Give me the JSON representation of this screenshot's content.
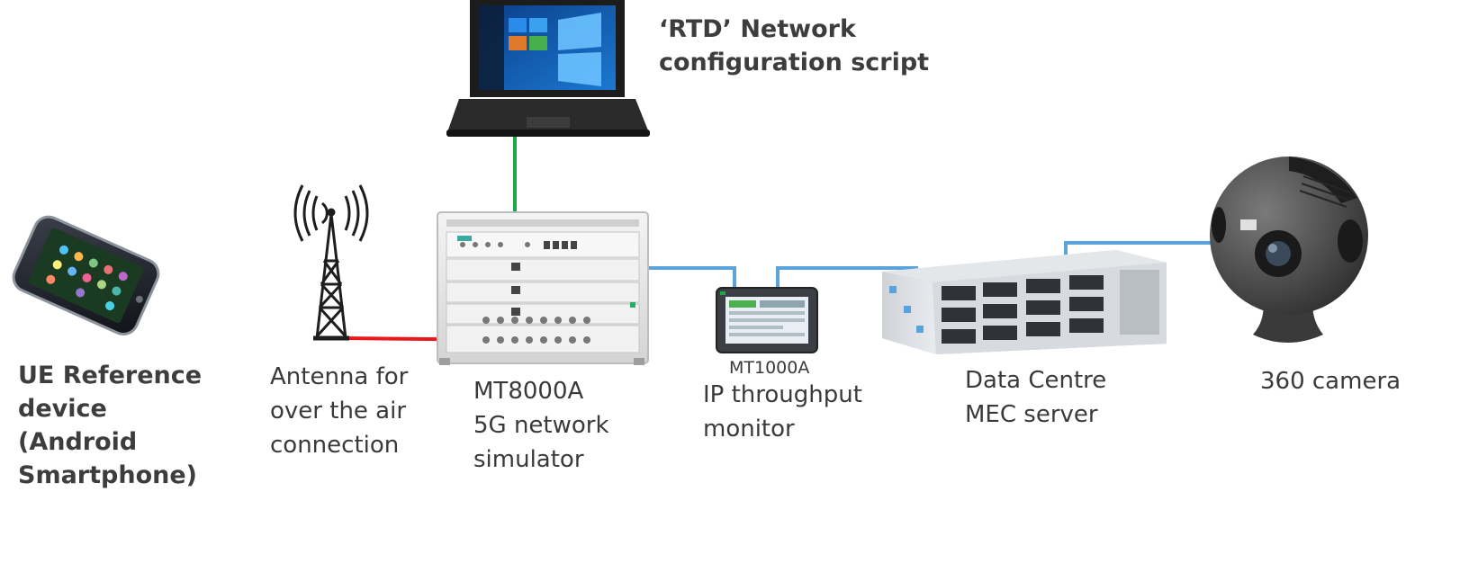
{
  "labels": {
    "script": [
      "‘RTD’ Network",
      "configuration script"
    ],
    "ue": [
      "UE Reference",
      "device",
      "(Android",
      "Smartphone)"
    ],
    "antenna": [
      "Antenna for",
      "over the air",
      "connection"
    ],
    "simulator": [
      "MT8000A",
      "5G network",
      "simulator"
    ],
    "monitor_model": "MT1000A",
    "monitor": [
      "IP throughput",
      "monitor"
    ],
    "datacentre": [
      "Data Centre",
      "MEC server"
    ],
    "camera": "360 camera"
  },
  "colors": {
    "control_link": "#1fa84a",
    "rf_link": "#e8181d",
    "ip_link": "#5aa3dc",
    "device_body": "#2b2b2b",
    "chassis": "#e6e6e6"
  },
  "icons": [
    "laptop-icon",
    "smartphone-icon",
    "antenna-icon",
    "network-simulator-icon",
    "throughput-monitor-icon",
    "server-rack-icon",
    "camera-360-icon"
  ]
}
